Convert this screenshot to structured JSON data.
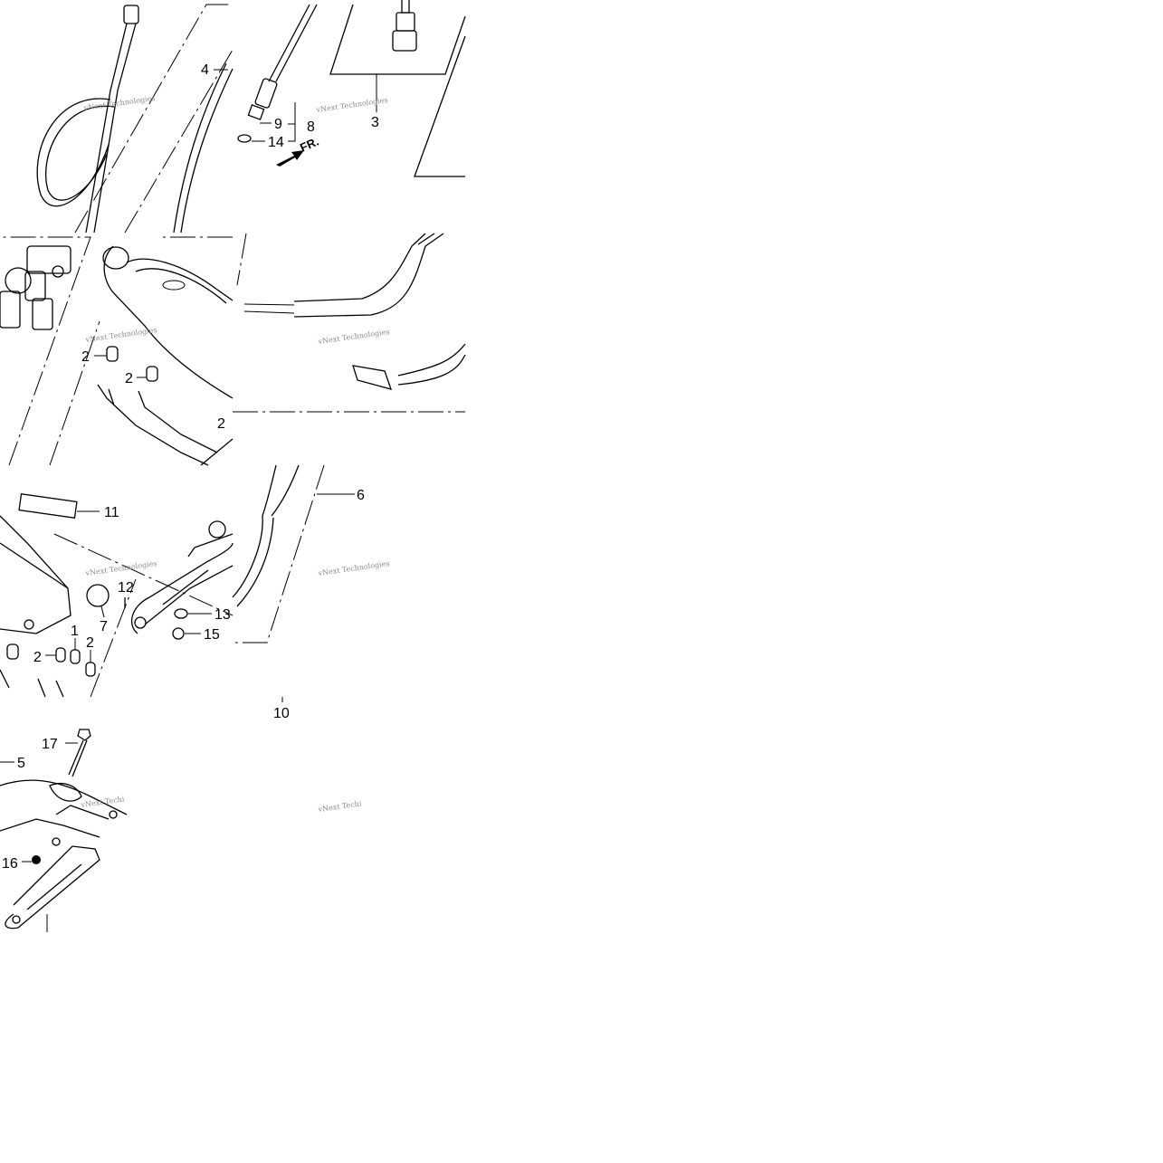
{
  "callouts": {
    "c1": "1",
    "c2": "2",
    "c3": "3",
    "c4": "4",
    "c5": "5",
    "c6": "6",
    "c7": "7",
    "c8": "8",
    "c9": "9",
    "c10": "10",
    "c11": "11",
    "c12": "12",
    "c13": "13",
    "c14": "14",
    "c15": "15",
    "c16": "16",
    "c17": "17"
  },
  "direction_label": "FR.",
  "watermark": "vNext Technologies",
  "watermark_cut": "vNext Techi"
}
